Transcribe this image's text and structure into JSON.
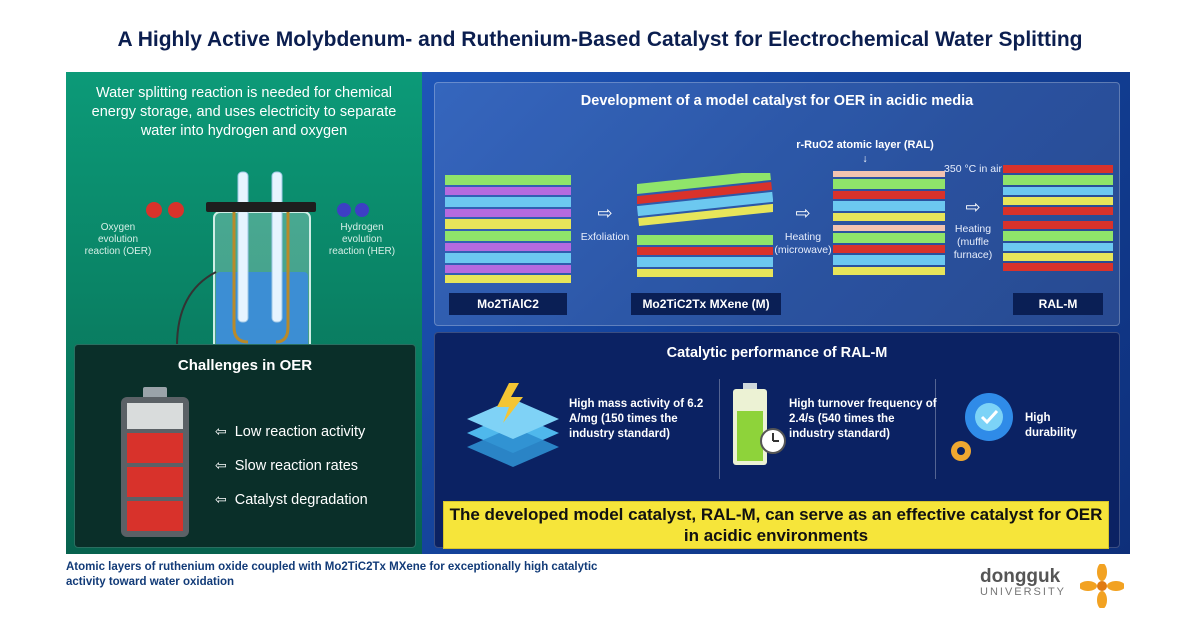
{
  "title": "A Highly Active Molybdenum- and Ruthenium-Based Catalyst for Electrochemical Water Splitting",
  "left_panel": {
    "intro": "Water splitting reaction is needed for chemical energy storage, and uses electricity to separate water into hydrogen and oxygen",
    "oer_label": "Oxygen evolution reaction (OER)",
    "her_label": "Hydrogen evolution reaction (HER)",
    "challenges_title": "Challenges in OER",
    "challenges": [
      "Low reaction activity",
      "Slow reaction rates",
      "Catalyst degradation"
    ]
  },
  "right_panel": {
    "dev_title": "Development of a model catalyst for OER in acidic media",
    "ruo2_label": "r-RuO2 atomic layer (RAL)",
    "steps": {
      "exfoliation": "Exfoliation",
      "heating_microwave": "Heating (microwave)",
      "temp": "350 °C in air",
      "heating_muffle": "Heating (muffle furnace)"
    },
    "materials": [
      "Mo2TiAlC2",
      "Mo2TiC2Tx MXene (M)",
      "RAL-M"
    ],
    "perf_title": "Catalytic performance of RAL-M",
    "perf_items": [
      {
        "text": "High mass activity of 6.2 A/mg (150 times the industry standard)"
      },
      {
        "text": "High turnover frequency of 2.4/s (540 times the industry standard)"
      },
      {
        "text": "High durability"
      }
    ],
    "conclusion": "The developed model catalyst, RAL-M, can serve as an effective catalyst for OER in acidic environments"
  },
  "caption": "Atomic layers of ruthenium oxide coupled with Mo2TiC2Tx MXene for exceptionally high catalytic activity toward water oxidation",
  "logo": {
    "name": "dongguk",
    "sub": "UNIVERSITY"
  },
  "colors": {
    "left_bg": "#0a8466",
    "right_bg": "#123f95",
    "conclusion_bg": "#f6e53a",
    "battery_red": "#d8322b"
  }
}
